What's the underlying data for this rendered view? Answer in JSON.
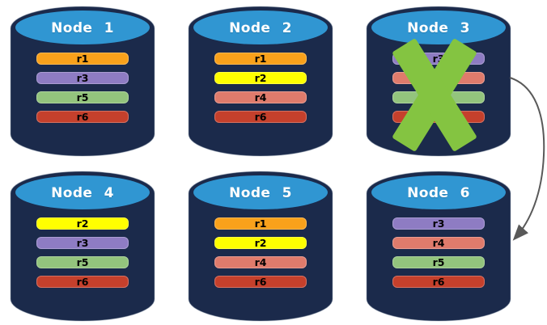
{
  "diagram": {
    "background": "#ffffff",
    "cylinder": {
      "body_color": "#1B2A4B",
      "top_color": "#3096D2",
      "outline_color": "#9AA7B5",
      "title_color": "#ffffff"
    },
    "nodes": [
      {
        "label": "Node 1",
        "bars": [
          {
            "label": "r1",
            "color": "#F9A11B"
          },
          {
            "label": "r3",
            "color": "#8E7CC3"
          },
          {
            "label": "r5",
            "color": "#93C47D"
          },
          {
            "label": "r6",
            "color": "#C5402C"
          }
        ]
      },
      {
        "label": "Node 2",
        "bars": [
          {
            "label": "r1",
            "color": "#F9A11B"
          },
          {
            "label": "r2",
            "color": "#FFFF00"
          },
          {
            "label": "r4",
            "color": "#DF7B6C"
          },
          {
            "label": "r6",
            "color": "#C5402C"
          }
        ]
      },
      {
        "label": "Node 3",
        "bars": [
          {
            "label": "r3",
            "color": "#8E7CC3"
          },
          {
            "label": "",
            "color": "#DF7B6C"
          },
          {
            "label": "",
            "color": "#93C47D"
          },
          {
            "label": "",
            "color": "#C5402C"
          }
        ]
      },
      {
        "label": "Node 4",
        "bars": [
          {
            "label": "r2",
            "color": "#FFFF00"
          },
          {
            "label": "r3",
            "color": "#8E7CC3"
          },
          {
            "label": "r5",
            "color": "#93C47D"
          },
          {
            "label": "r6",
            "color": "#C5402C"
          }
        ]
      },
      {
        "label": "Node 5",
        "bars": [
          {
            "label": "r1",
            "color": "#F9A11B"
          },
          {
            "label": "r2",
            "color": "#FFFF00"
          },
          {
            "label": "r4",
            "color": "#DF7B6C"
          },
          {
            "label": "r6",
            "color": "#C5402C"
          }
        ]
      },
      {
        "label": "Node 6",
        "bars": [
          {
            "label": "r3",
            "color": "#8E7CC3"
          },
          {
            "label": "r4",
            "color": "#DF7B6C"
          },
          {
            "label": "r5",
            "color": "#93C47D"
          },
          {
            "label": "r6",
            "color": "#C5402C"
          }
        ]
      }
    ],
    "failure_x": {
      "on_node": "Node 3",
      "color": "#84C441"
    },
    "arrow": {
      "from_node": "Node 3",
      "to_node": "Node 6",
      "color": "#595959"
    }
  }
}
